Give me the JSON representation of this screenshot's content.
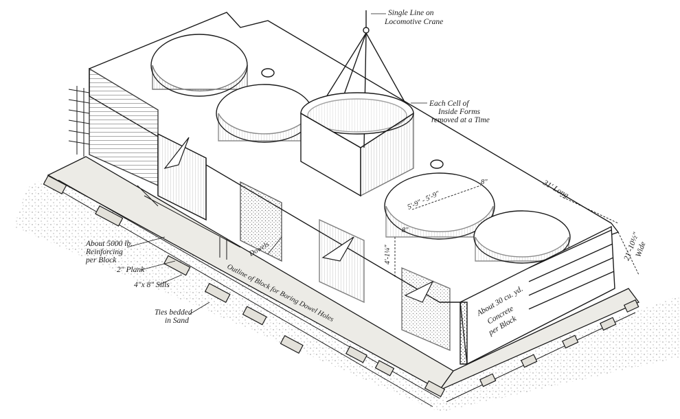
{
  "labels": {
    "crane": [
      "Single Line on",
      "Locomotive Crane"
    ],
    "cell": [
      "Each Cell of",
      "Inside Forms",
      "removed at a Time"
    ],
    "long": "31' Long",
    "wide": [
      "21'-10½\"",
      "Wide"
    ],
    "diam": "5'-9\" - 5'-9\"",
    "dim_8a": "8\"",
    "dim_8b": "8\"",
    "dim_4": "4'-1¼\"",
    "reinf": [
      "About 5000 lb.",
      "Reinforcing",
      "per Block"
    ],
    "plank": "2\" Plank",
    "sills": "4\"x 8\" Sills",
    "ties": [
      "Ties bedded",
      "in Sand"
    ],
    "dowels": "Dowels",
    "outline": "Outline of Block for Boring Dowel Holes",
    "concrete": [
      "About 30 cu. yd.",
      "Concrete",
      "per Block"
    ]
  },
  "colors": {
    "ink": "#1a1a1a",
    "paper": "#ffffff",
    "shade": "#b9b9b9",
    "wood": "#e9e6df",
    "sand": "#9a9a9a"
  }
}
